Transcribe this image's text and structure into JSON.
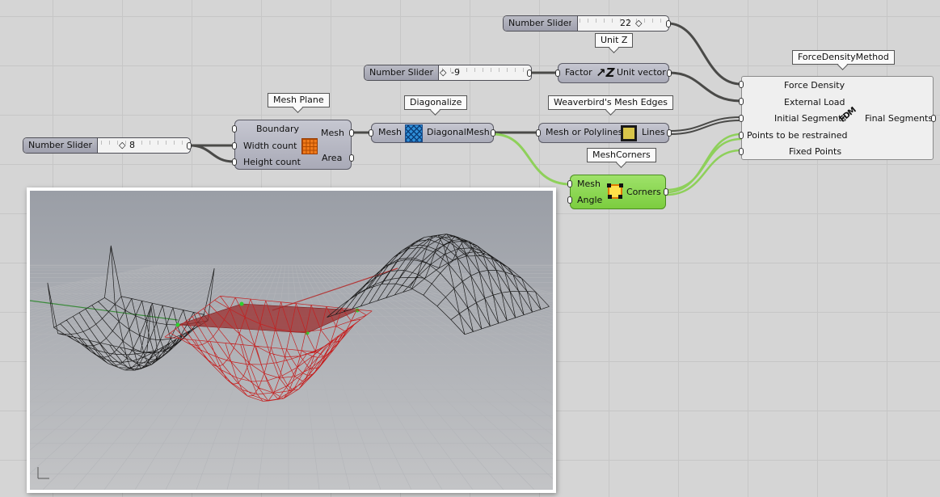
{
  "sliders": [
    {
      "id": "unitz-slider",
      "label": "Number Slider",
      "value": "22"
    },
    {
      "id": "factor-slider",
      "label": "Number Slider",
      "value": "-9"
    },
    {
      "id": "count-slider",
      "label": "Number Slider",
      "value": "8"
    }
  ],
  "mesh_plane": {
    "title": "Mesh Plane",
    "inputs": [
      "Boundary",
      "Width count",
      "Height count"
    ],
    "outputs": [
      "Mesh",
      "Area"
    ]
  },
  "diagonalize": {
    "title": "Diagonalize",
    "input": "Mesh",
    "output": "DiagonalMesh"
  },
  "unit_z": {
    "title": "Unit Z",
    "input": "Factor",
    "output": "Unit vector"
  },
  "mesh_edges": {
    "title": "Weaverbird's Mesh Edges",
    "input": "Mesh or Polylines",
    "output": "Lines"
  },
  "mesh_corners": {
    "title": "MeshCorners",
    "inputs": [
      "Mesh",
      "Angle"
    ],
    "output": "Corners"
  },
  "fdm": {
    "title": "ForceDensityMethod",
    "icon_text": "FDM",
    "inputs": [
      "Force Density",
      "External Load",
      "Initial Segments",
      "Points to be restrained",
      "Fixed Points"
    ],
    "output": "Final Segments"
  },
  "icons": {
    "mesh_plane": "mesh-plane-grid-icon",
    "diagonalize": "diagonal-mesh-icon",
    "unit_z": "unit-z-vector-icon",
    "mesh_edges": "mesh-edges-icon",
    "mesh_corners": "mesh-corners-icon",
    "fdm": "force-density-icon"
  },
  "colors": {
    "canvas": "#d5d5d5",
    "component": "#b3b4c0",
    "selected_component": "#8bd657",
    "selected_wire": "#8ed05a",
    "wire": "#4a4a48",
    "relaxed_mesh": "#c42020",
    "result_mesh": "#1a1a1a"
  }
}
